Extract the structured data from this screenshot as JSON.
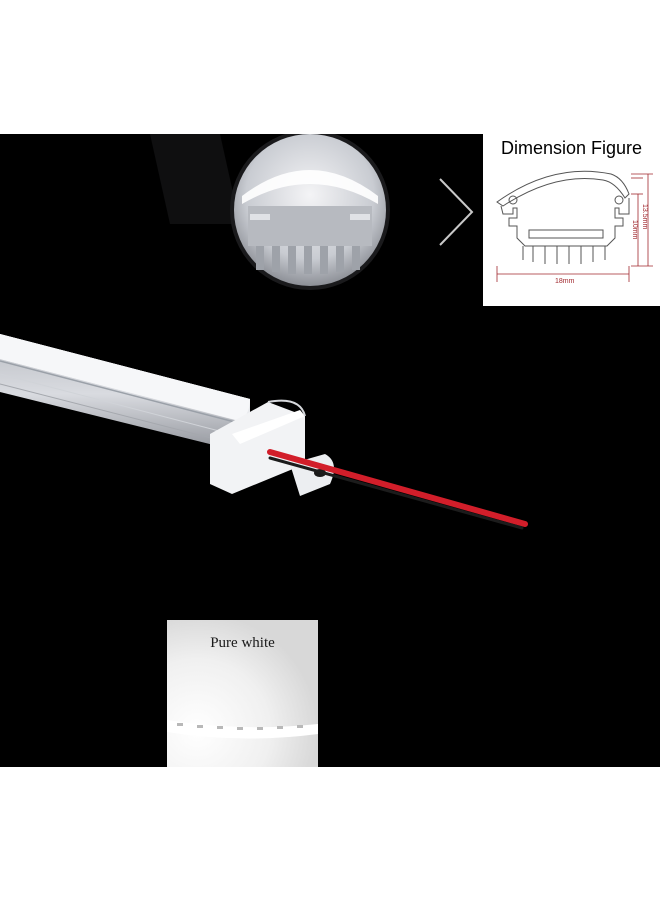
{
  "dimension_figure": {
    "title": "Dimension Figure",
    "width_label": "18mm",
    "height_label": "10mm",
    "total_height_label": "13.5mm"
  },
  "color_swatch": {
    "label": "Pure white"
  },
  "colors": {
    "background": "#000000",
    "page": "#ffffff",
    "dimension_lines": "#a0282e",
    "red_wire": "#d21e2a"
  }
}
